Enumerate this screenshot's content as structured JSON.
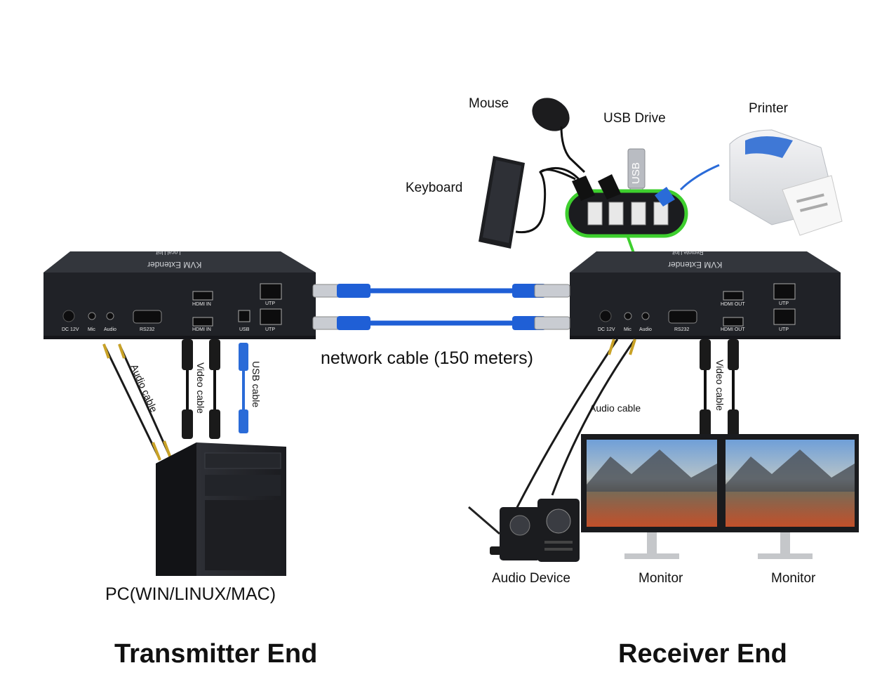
{
  "devices": {
    "mouse": "Mouse",
    "usb_drive": "USB Drive",
    "printer": "Printer",
    "keyboard": "Keyboard",
    "usb_stick_text": "USB"
  },
  "transmitter": {
    "top_title": "KVM Extender",
    "top_subtitle": "Local Unit",
    "ports": {
      "dc": "DC 12V",
      "mic": "Mic",
      "audio": "Audio",
      "rs232": "RS232",
      "hdmi_in_top": "HDMI IN",
      "hdmi_in_bottom": "HDMI IN",
      "usb": "USB",
      "utp_top": "UTP",
      "utp_bottom": "UTP"
    }
  },
  "receiver": {
    "top_title": "KVM Extender",
    "top_subtitle": "Remote Unit",
    "ports": {
      "dc": "DC 12V",
      "mic": "Mic",
      "audio": "Audio",
      "rs232": "RS232",
      "hdmi_out_top": "HDMI OUT",
      "hdmi_out_bottom": "HDMI OUT",
      "utp_top": "UTP",
      "utp_bottom": "UTP"
    }
  },
  "cables": {
    "network": "network cable (150 meters)",
    "tx_audio": "Audio cable",
    "tx_video": "Video cable",
    "tx_usb": "USB cable",
    "rx_audio": "Audio cable",
    "rx_video": "Video cable"
  },
  "endpoints": {
    "pc": "PC(WIN/LINUX/MAC)",
    "audio_device": "Audio Device",
    "monitor_left": "Monitor",
    "monitor_right": "Monitor"
  },
  "ends": {
    "transmitter": "Transmitter End",
    "receiver": "Receiver End"
  },
  "colors": {
    "box": "#23252a",
    "network_cable": "#1f5fd6",
    "usb_cable": "#2a6bd8",
    "hub_outline": "#3ecf2e",
    "cable_black": "#111111"
  }
}
